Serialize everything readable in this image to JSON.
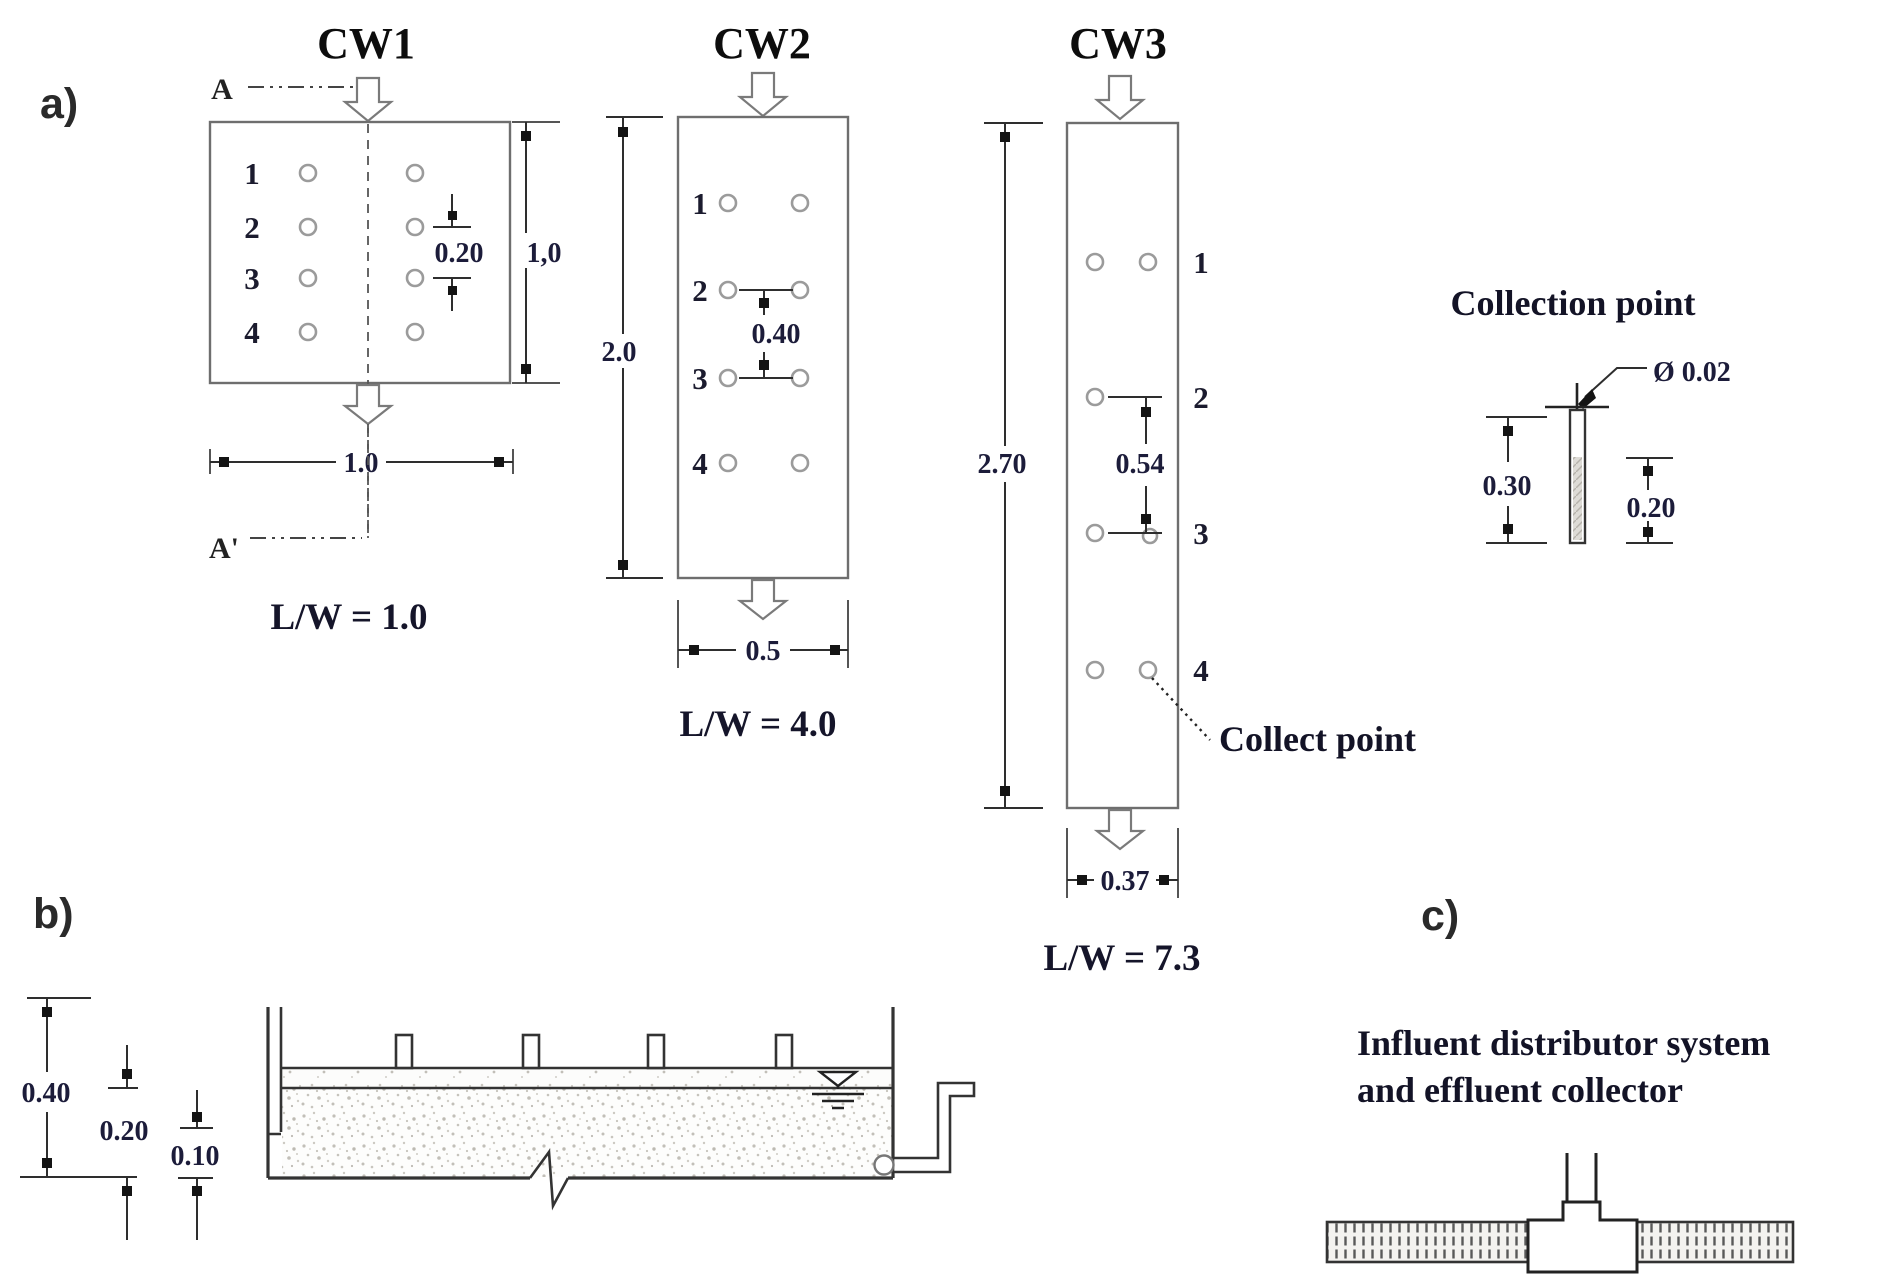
{
  "panel_labels": {
    "a": "a)",
    "b": "b)",
    "c": "c)"
  },
  "cw1": {
    "title": "CW1",
    "section_label_top": "A",
    "section_label_bottom": "A'",
    "row_labels": [
      "1",
      "2",
      "3",
      "4"
    ],
    "dim_spacing": "0.20",
    "dim_length": "1,0",
    "dim_width": "1.0",
    "ratio_label": "L/W = 1.0"
  },
  "cw2": {
    "title": "CW2",
    "row_labels": [
      "1",
      "2",
      "3",
      "4"
    ],
    "dim_spacing": "0.40",
    "dim_length": "2.0",
    "dim_width": "0.5",
    "ratio_label": "L/W = 4.0"
  },
  "cw3": {
    "title": "CW3",
    "row_labels": [
      "1",
      "2",
      "3",
      "4"
    ],
    "dim_spacing": "0.54",
    "dim_length": "2.70",
    "dim_width": "0.37",
    "ratio_label": "L/W = 7.3",
    "collect_point_label": "Collect point"
  },
  "collection_detail": {
    "title": "Collection point",
    "diameter_label": "Ø 0.02",
    "left_dim": "0.30",
    "right_dim": "0.20"
  },
  "section_b": {
    "dim_total_depth": "0.40",
    "dim_water_depth": "0.20",
    "dim_bottom_gap": "0.10"
  },
  "section_c": {
    "caption_line1": "Influent distributor system",
    "caption_line2": "and effluent collector"
  },
  "colors": {
    "line": "#2e2e2e",
    "dim_text": "#1c1c3a",
    "box_stroke": "#6e6e6e",
    "speckle": "#c2bfb8"
  }
}
